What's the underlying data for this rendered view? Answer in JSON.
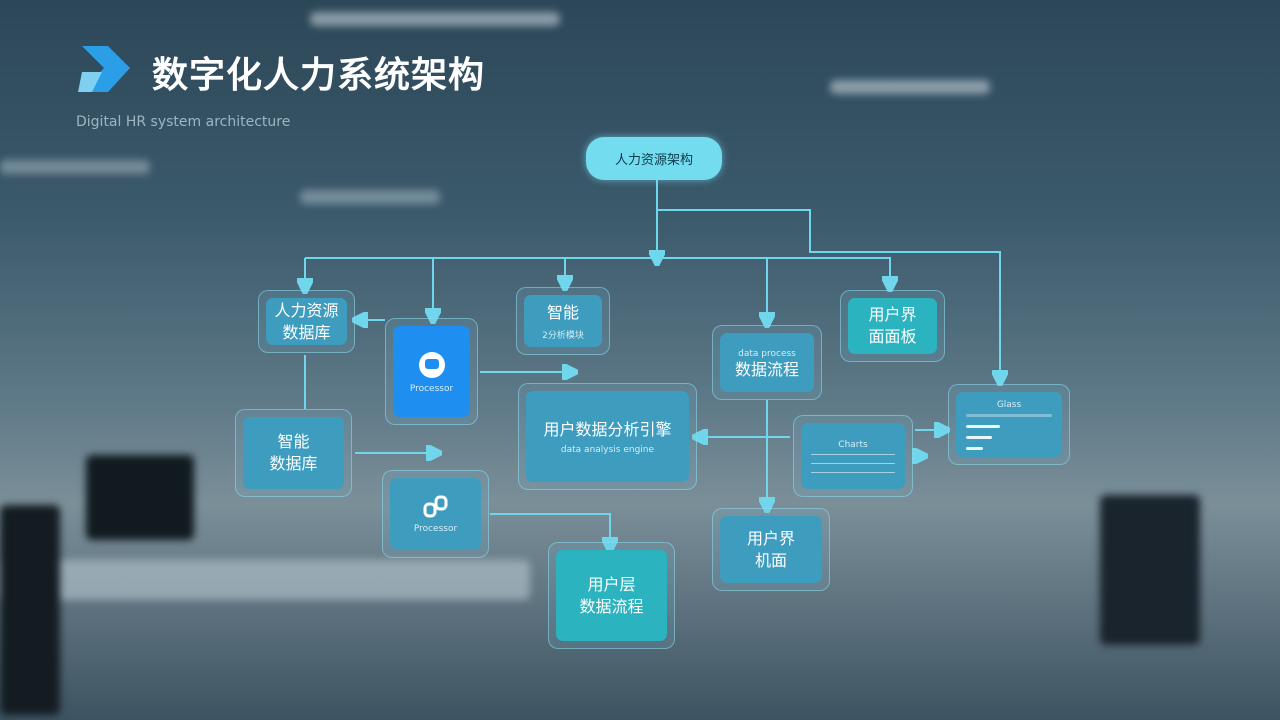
{
  "header": {
    "title": "数字化人力系统架构",
    "subtitle": "Digital HR system architecture"
  },
  "root": {
    "label": "人力资源架构"
  },
  "nodes": {
    "hr_db": {
      "line1": "人力资源",
      "line2": "数据库"
    },
    "processor_blue": {
      "label": "Processor",
      "icon": "robot-icon"
    },
    "smart_analysis": {
      "line1": "智能",
      "line2": "2分析模块"
    },
    "data_flow": {
      "small": "data process",
      "label": "数据流程"
    },
    "user_panel": {
      "line1": "用户界",
      "line2": "面面板"
    },
    "glass_panel": {
      "label": "Glass"
    },
    "analysis_engine": {
      "label": "用户数据分析引擎",
      "sub": "data analysis engine"
    },
    "charts": {
      "label": "Charts"
    },
    "smart_db": {
      "line1": "智能",
      "line2": "数据库"
    },
    "processor2": {
      "label": "Processor",
      "icon": "link-icon"
    },
    "user_layer": {
      "line1": "用户层",
      "line2": "数据流程"
    },
    "user_ui": {
      "line1": "用户界",
      "line2": "机面"
    }
  },
  "colors": {
    "accent": "#74dcef",
    "box": "#3e9cbf",
    "teal": "#2bb3bf",
    "blue": "#1e8ff0"
  }
}
